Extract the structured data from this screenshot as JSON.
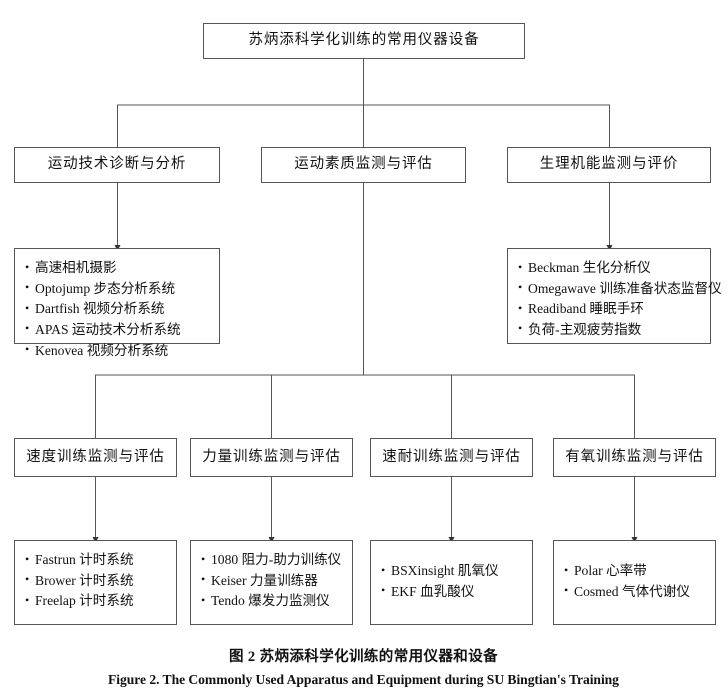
{
  "figure": {
    "root": {
      "label": "苏炳添科学化训练的常用仪器设备"
    },
    "level2": [
      {
        "label": "运动技术诊断与分析"
      },
      {
        "label": "运动素质监测与评估"
      },
      {
        "label": "生理机能监测与评价"
      }
    ],
    "level2_lists": [
      {
        "items": [
          "高速相机摄影",
          "Optojump 步态分析系统",
          "Dartfish 视频分析系统",
          "APAS 运动技术分析系统",
          "Kenovea 视频分析系统"
        ]
      },
      {
        "items": [
          "Beckman 生化分析仪",
          "Omegawave 训练准备状态监督仪",
          "Readiband 睡眠手环",
          "负荷-主观疲劳指数"
        ]
      }
    ],
    "level3": [
      {
        "label": "速度训练监测与评估"
      },
      {
        "label": "力量训练监测与评估"
      },
      {
        "label": "速耐训练监测与评估"
      },
      {
        "label": "有氧训练监测与评估"
      }
    ],
    "level3_lists": [
      {
        "items": [
          "Fastrun 计时系统",
          "Brower 计时系统",
          "Freelap 计时系统"
        ]
      },
      {
        "items": [
          "1080 阻力-助力训练仪",
          "Keiser 力量训练器",
          "Tendo 爆发力监测仪"
        ]
      },
      {
        "items": [
          "BSXinsight 肌氧仪",
          "EKF 血乳酸仪"
        ]
      },
      {
        "items": [
          "Polar 心率带",
          "Cosmed 气体代谢仪"
        ]
      }
    ],
    "caption_cn": "图 2   苏炳添科学化训练的常用仪器和设备",
    "caption_en": "Figure 2.  The Commonly Used Apparatus and Equipment during SU Bingtian's Training",
    "colors": {
      "line": "#555555",
      "box_border": "#555555",
      "background": "#ffffff",
      "text": "#111111"
    }
  }
}
